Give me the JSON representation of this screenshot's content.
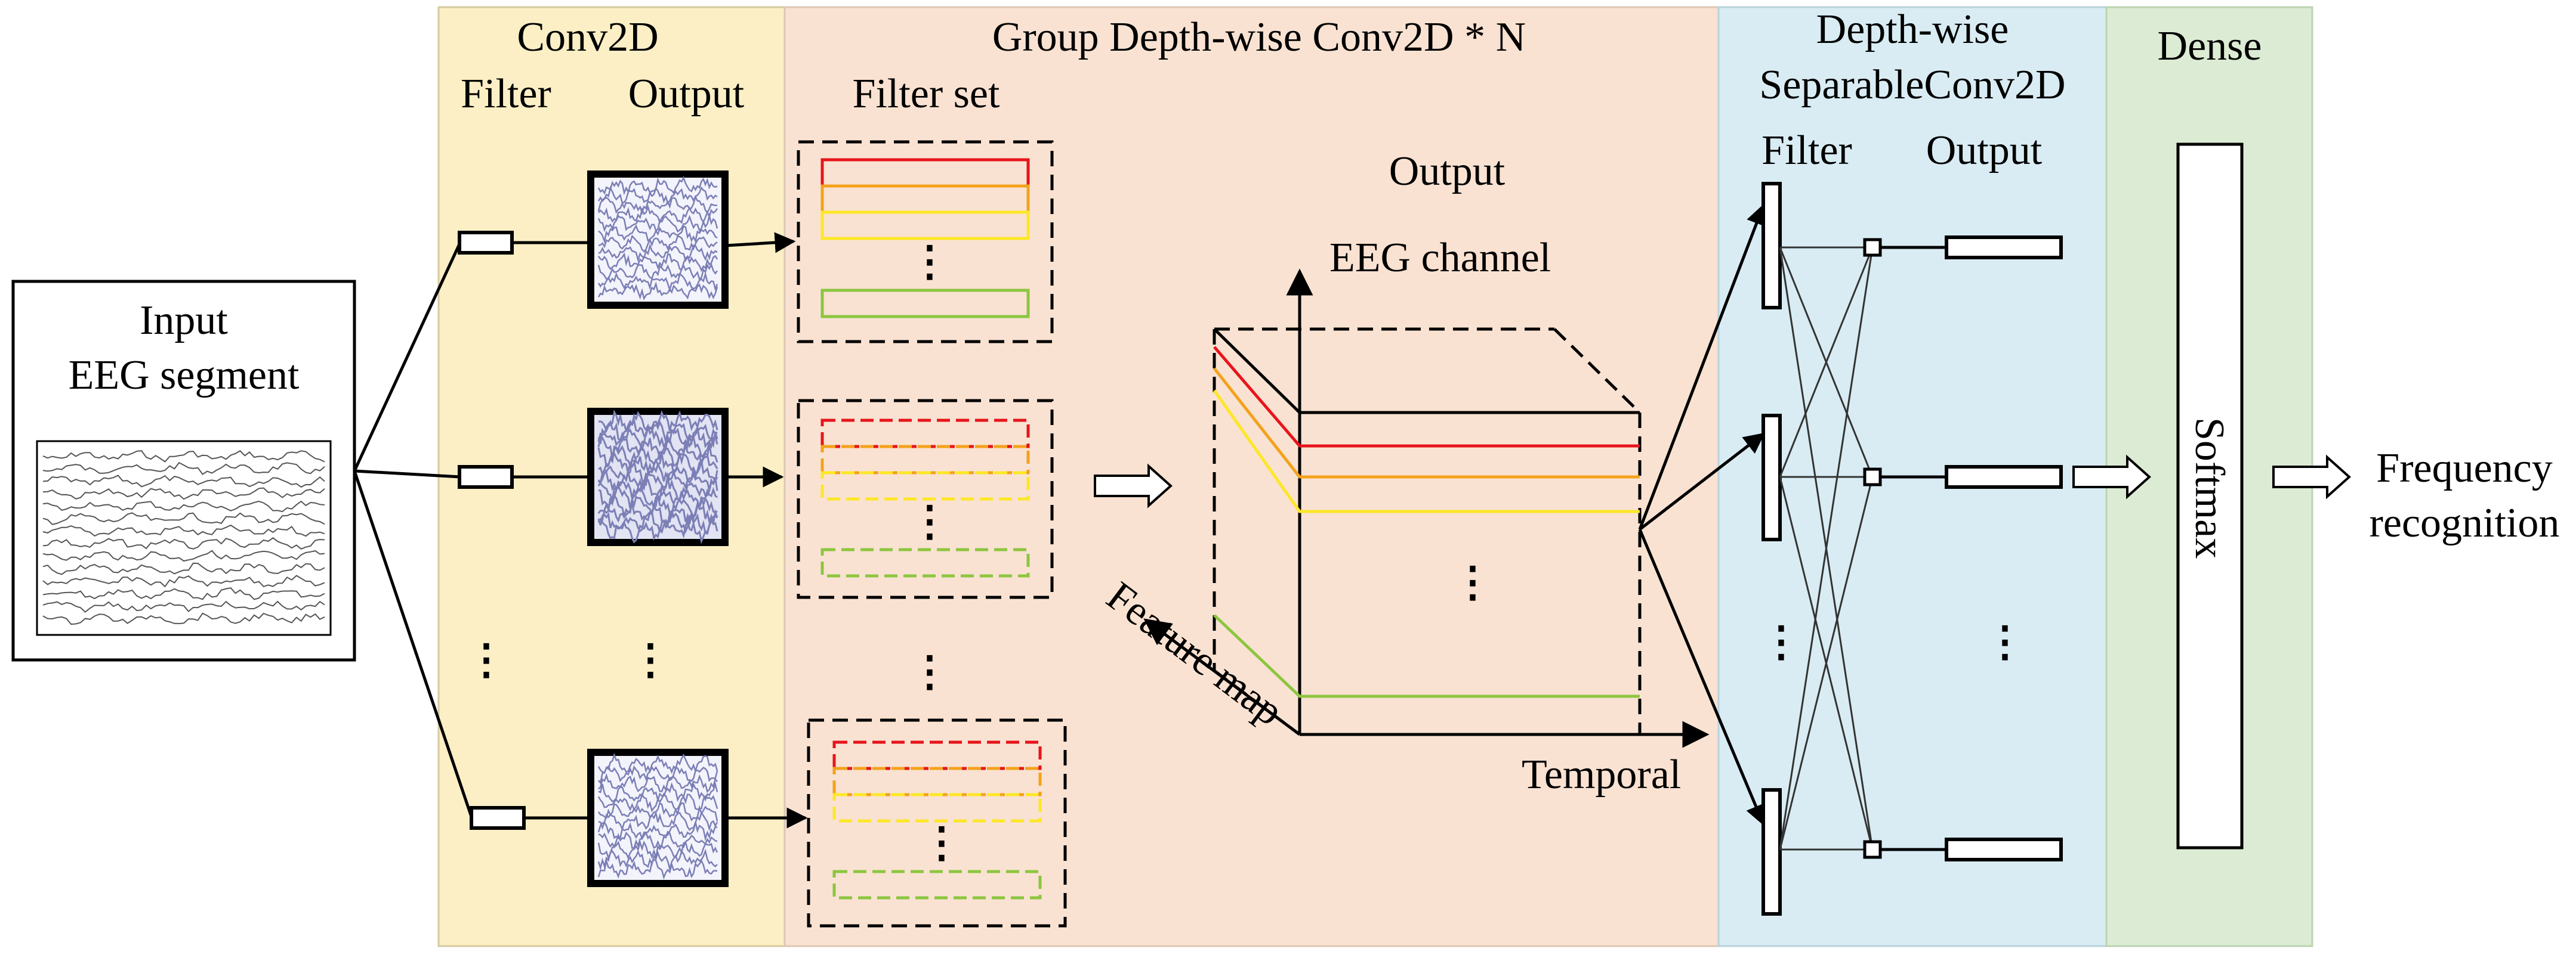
{
  "colors": {
    "conv_bg": "#fcefc5",
    "group_bg": "#f9e2d2",
    "sep_bg": "#d9ecf3",
    "dense_bg": "#dcebd3",
    "red": "#e8141b",
    "orange": "#f4a21b",
    "yellow": "#fde726",
    "green": "#8cc63f",
    "eeg_trace": "#7b7fb5"
  },
  "input": {
    "title_line1": "Input",
    "title_line2": "EEG segment"
  },
  "conv2d": {
    "title": "Conv2D",
    "filter_label": "Filter",
    "output_label": "Output",
    "dots": "⋮"
  },
  "group": {
    "title": "Group Depth-wise Conv2D * N",
    "filter_set_label": "Filter set",
    "dots": "⋮"
  },
  "output_volume": {
    "title": "Output",
    "y_axis": "EEG channel",
    "x_axis": "Temporal",
    "z_axis": "Feature map",
    "dots": "⋮"
  },
  "separable": {
    "title_line1": "Depth-wise",
    "title_line2": "SeparableConv2D",
    "filter_label": "Filter",
    "output_label": "Output",
    "dots": "⋮"
  },
  "dense": {
    "title": "Dense",
    "softmax_label": "Softmax"
  },
  "result": {
    "line1": "Frequency",
    "line2": "recognition"
  }
}
